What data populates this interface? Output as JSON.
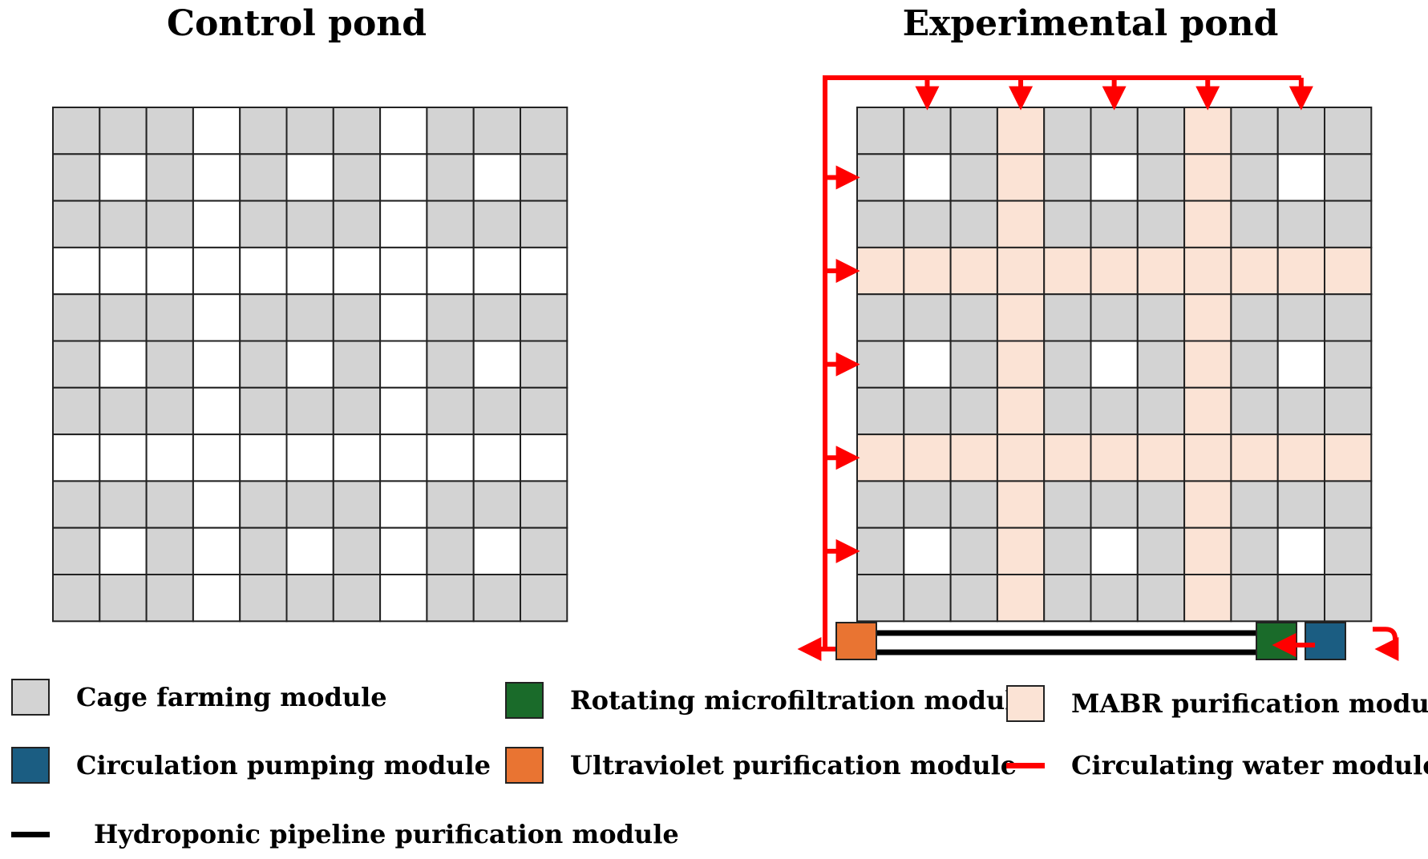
{
  "control_pond": {
    "title": "Control pond",
    "grid": [
      "GGGWGGGWGGG",
      "GWGWGWGWGWG",
      "GGGWGGGWGGG",
      "WWWWWWWWWWW",
      "GGGWGGGWGGG",
      "GWGWGWGWGWG",
      "GGGWGGGWGGG",
      "WWWWWWWWWWW",
      "GGGWGGGWGGG",
      "GWGWGWGWGWG",
      "GGGWGGGWGGG"
    ]
  },
  "experimental_pond": {
    "title": "Experimental pond",
    "grid": [
      "GGGMGGGMGGG",
      "GWGMGWGMGWG",
      "GGGMGGGMGGG",
      "MMMMMMMMMMM",
      "GGGMGGGMGGG",
      "GWGMGWGMGWG",
      "GGGMGGGMGGG",
      "MMMMMMMMMMM",
      "GGGMGGGMGGG",
      "GWGMGWGMGWG",
      "GGGMGGGMGGG"
    ],
    "inlet_arrows_top_columns": [
      1,
      3,
      5,
      7,
      9
    ],
    "inlet_arrows_left_rows": [
      1,
      3,
      5,
      7,
      9
    ]
  },
  "colors": {
    "cage": "#d3d3d3",
    "empty": "#ffffff",
    "mabr": "#fbe3d5",
    "grid_line": "#222222",
    "circulating_water": "#ff0000",
    "rotating_microfiltration": "#1a6b2a",
    "ultraviolet": "#e97432",
    "circulation_pumping": "#1b5d82",
    "hydroponic_pipeline": "#000000"
  },
  "legend": {
    "cage_farming": "Cage farming module",
    "circulation_pumping": "Circulation pumping module",
    "rotating_microfiltration": "Rotating microfiltration module",
    "ultraviolet": "Ultraviolet purification module",
    "mabr": "MABR purification module",
    "circulating_water": "Circulating water module",
    "hydroponic_pipeline": "Hydroponic pipeline purification module"
  }
}
